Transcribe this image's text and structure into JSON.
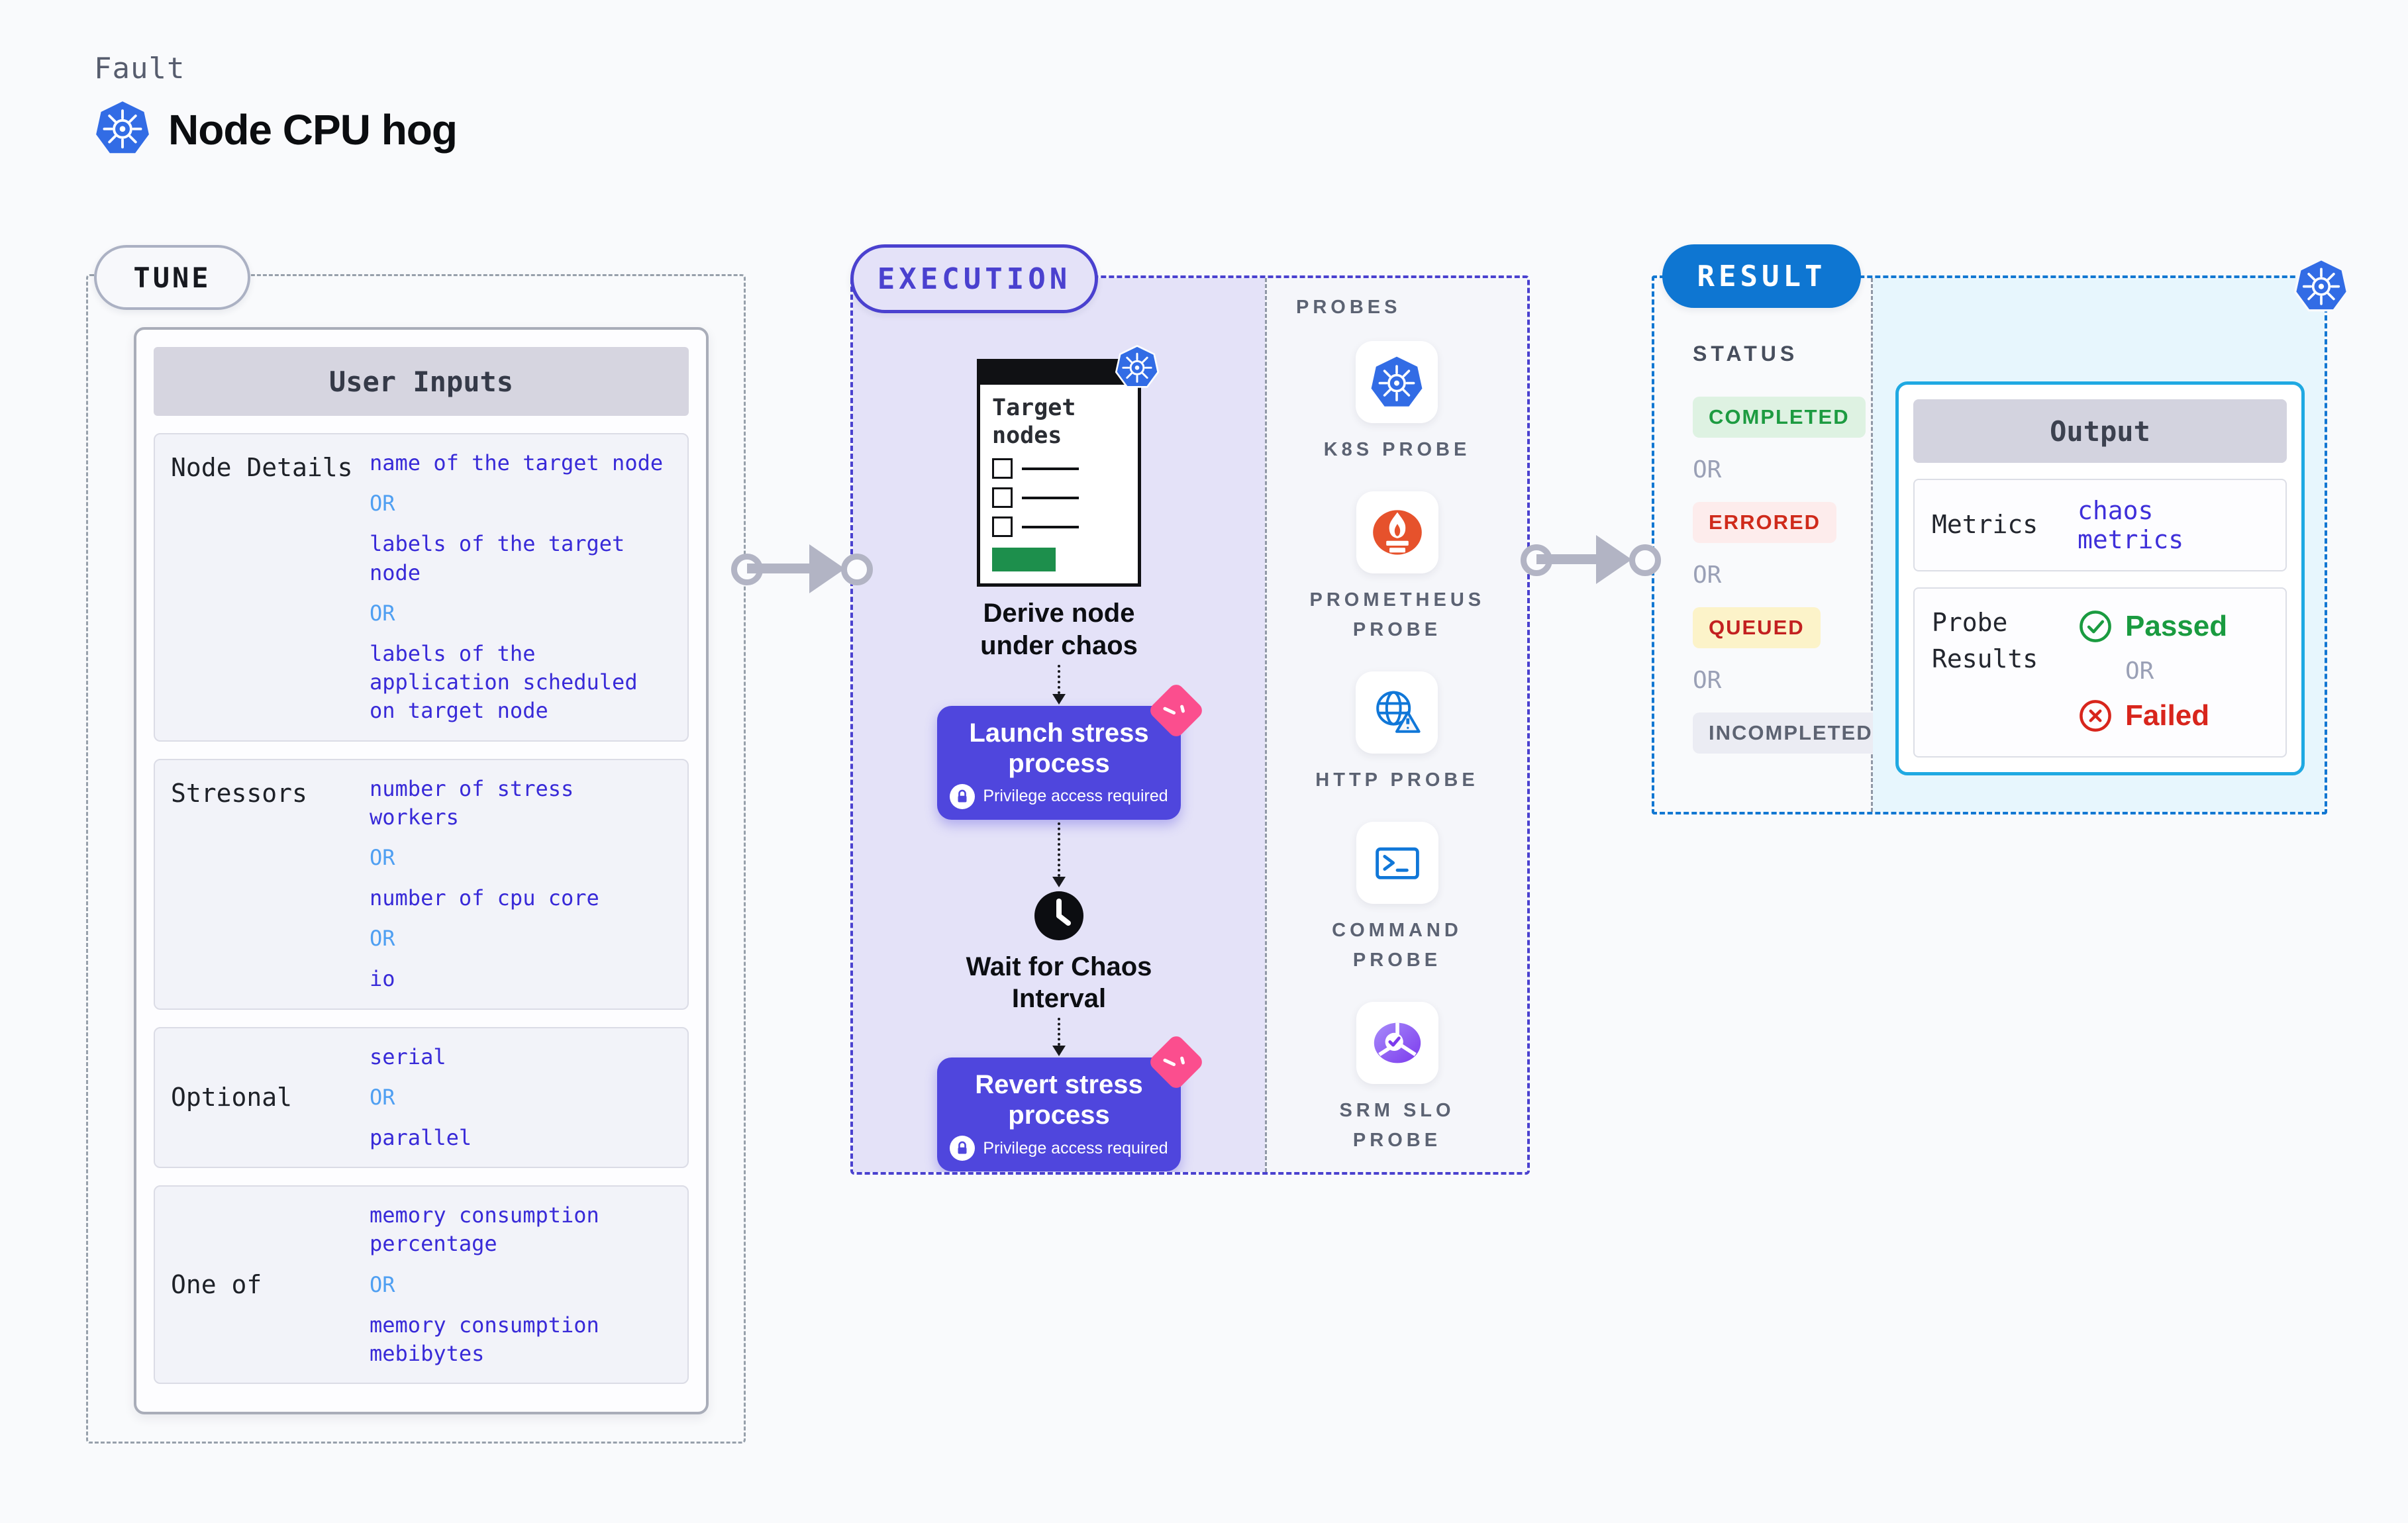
{
  "header": {
    "eyebrow": "Fault",
    "title": "Node CPU hog"
  },
  "tune": {
    "label": "TUNE",
    "table_title": "User Inputs",
    "rows": [
      {
        "label": "Node Details",
        "values": [
          "name of the target node",
          "OR",
          "labels of the target node",
          "OR",
          "labels of the application scheduled on target node"
        ]
      },
      {
        "label": "Stressors",
        "values": [
          "number of stress workers",
          "OR",
          "number of cpu core",
          "OR",
          "io"
        ]
      },
      {
        "label": "Optional",
        "values": [
          "serial",
          "OR",
          "parallel"
        ]
      },
      {
        "label": "One of",
        "values": [
          "memory consumption percentage",
          "OR",
          "memory consumption mebibytes"
        ]
      }
    ]
  },
  "execution": {
    "label": "EXECUTION",
    "target_card_title": "Target nodes",
    "derive_caption": "Derive node under chaos",
    "launch_title": "Launch stress process",
    "privilege_note": "Privilege access required",
    "wait_caption": "Wait for Chaos Interval",
    "revert_title": "Revert stress process"
  },
  "probes": {
    "title": "PROBES",
    "items": [
      {
        "label": "K8S PROBE",
        "icon": "kubernetes-icon"
      },
      {
        "label": "PROMETHEUS PROBE",
        "icon": "prometheus-icon"
      },
      {
        "label": "HTTP PROBE",
        "icon": "http-globe-icon"
      },
      {
        "label": "COMMAND PROBE",
        "icon": "terminal-icon"
      },
      {
        "label": "SRM SLO PROBE",
        "icon": "slo-gauge-icon"
      }
    ]
  },
  "result": {
    "label": "RESULT",
    "status_title": "STATUS",
    "or_label": "OR",
    "badges": [
      {
        "text": "COMPLETED",
        "kind": "success"
      },
      {
        "text": "ERRORED",
        "kind": "error"
      },
      {
        "text": "QUEUED",
        "kind": "queued"
      },
      {
        "text": "INCOMPLETED",
        "kind": "neutral"
      }
    ],
    "output": {
      "title": "Output",
      "metrics_label": "Metrics",
      "metrics_value": "chaos metrics",
      "probe_results_label": "Probe Results",
      "passed": "Passed",
      "or": "OR",
      "failed": "Failed"
    }
  },
  "colors": {
    "accent_indigo": "#4a41cf",
    "process_button": "#4f46dd",
    "lavender_panel": "#e4e2f8",
    "result_blue": "#0e76d2",
    "output_border_cyan": "#1fa9e2",
    "output_panel_cyan": "#e7f6fd",
    "value_blue": "#382ad8",
    "or_blue": "#4f9ff2",
    "success_green": "#1a9b40",
    "error_red": "#d8251c",
    "queued_yellow_bg": "#fcf3c9",
    "pink_badge": "#fb4e8e",
    "kubernetes_blue": "#326ce5",
    "prometheus_orange": "#e6522c"
  }
}
